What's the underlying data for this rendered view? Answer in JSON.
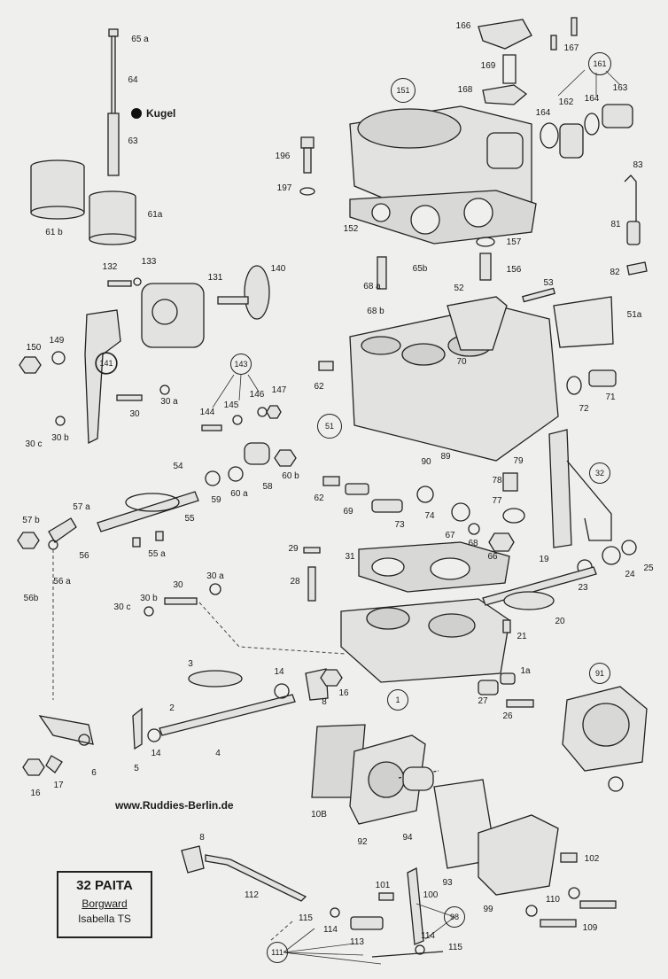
{
  "header_note": {
    "kugel": "Kugel"
  },
  "website": "www.Ruddies-Berlin.de",
  "title_box": {
    "model": "32 PAITA",
    "brand": "Borgward",
    "variant": "Isabella TS"
  },
  "part_labels": [
    "65 a",
    "64",
    "63",
    "61 b",
    "61a",
    "132",
    "133",
    "131",
    "140",
    "150",
    "149",
    "141",
    "30",
    "30 a",
    "30 c",
    "30 b",
    "144",
    "145",
    "146",
    "147",
    "54",
    "55",
    "59",
    "60 a",
    "58",
    "60 b",
    "57 a",
    "57 b",
    "56",
    "55 a",
    "56 a",
    "56b",
    "30",
    "30 a",
    "30 b",
    "30 c",
    "3",
    "14",
    "2",
    "16",
    "8",
    "5",
    "14",
    "4",
    "6",
    "17",
    "16",
    "196",
    "197",
    "152",
    "166",
    "167",
    "169",
    "168",
    "164",
    "162",
    "164",
    "163",
    "83",
    "81",
    "82",
    "157",
    "156",
    "65b",
    "68 a",
    "68 b",
    "52",
    "53",
    "51a",
    "70",
    "62",
    "72",
    "71",
    "90",
    "89",
    "79",
    "78",
    "77",
    "62",
    "69",
    "73",
    "74",
    "67",
    "68",
    "66",
    "29",
    "28",
    "31",
    "19",
    "23",
    "24",
    "25",
    "20",
    "21",
    "1a",
    "27",
    "26",
    "10B",
    "92",
    "94",
    "93",
    "102",
    "110",
    "109",
    "101",
    "100",
    "99",
    "8",
    "112",
    "115",
    "114",
    "113",
    "114",
    "115"
  ],
  "callouts": [
    "151",
    "161",
    "143",
    "51",
    "32",
    "1",
    "91",
    "98",
    "111"
  ],
  "colors": {
    "paper": "#efefed",
    "ink": "#222222"
  }
}
